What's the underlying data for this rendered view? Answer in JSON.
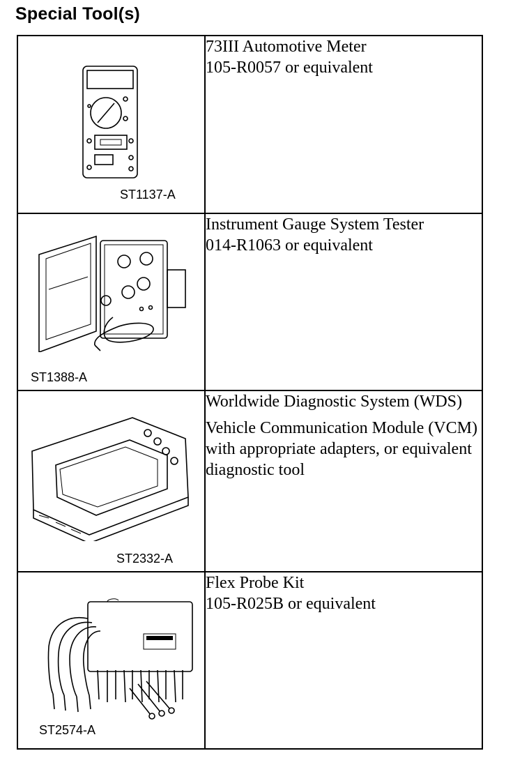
{
  "heading": "Special Tool(s)",
  "tools": [
    {
      "code": "ST1137-A",
      "icon": "automotive-meter-icon",
      "lines": [
        "73III Automotive Meter",
        "105-R0057 or equivalent"
      ]
    },
    {
      "code": "ST1388-A",
      "icon": "gauge-tester-icon",
      "lines": [
        "Instrument Gauge System Tester",
        "014-R1063 or equivalent"
      ]
    },
    {
      "code": "ST2332-A",
      "icon": "diagnostic-system-icon",
      "para1": "Worldwide Diagnostic System (WDS)",
      "para2": "Vehicle Communication Module (VCM) with appropriate adapters, or equivalent diagnostic tool"
    },
    {
      "code": "ST2574-A",
      "icon": "flex-probe-kit-icon",
      "lines": [
        "Flex Probe Kit",
        "105-R025B or equivalent"
      ]
    }
  ]
}
